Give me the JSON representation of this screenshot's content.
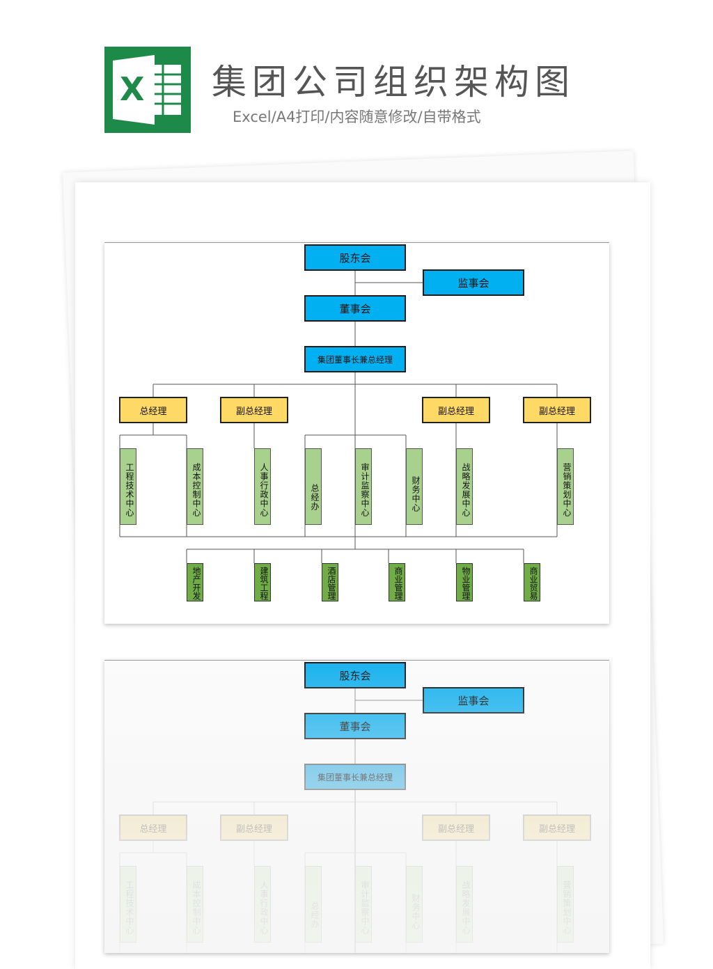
{
  "header": {
    "title": "集团公司组织架构图",
    "subtitle": "Excel/A4打印/内容随意修改/自带格式",
    "logo_letter": "X"
  },
  "org": {
    "shareholders": "股东会",
    "supervisors": "监事会",
    "board": "董事会",
    "chairman": "集团董事长兼总经理",
    "managers": [
      "总经理",
      "副总经理",
      "副总经理",
      "副总经理"
    ],
    "centers": [
      "工程技术中心",
      "成本控制中心",
      "人事行政中心",
      "总经办",
      "审计监察中心",
      "财务中心",
      "战略发展中心",
      "营销策划中心"
    ],
    "subsidiaries": [
      "地产开发",
      "建筑工程",
      "酒店管理",
      "商业管理",
      "物业管理",
      "商业贸易"
    ]
  },
  "colors": {
    "blue": "#00b0f0",
    "yellow": "#ffd966",
    "green": "#a9d18e",
    "dark_green": "#70ad47",
    "excel_green": "#1e8a4a"
  }
}
